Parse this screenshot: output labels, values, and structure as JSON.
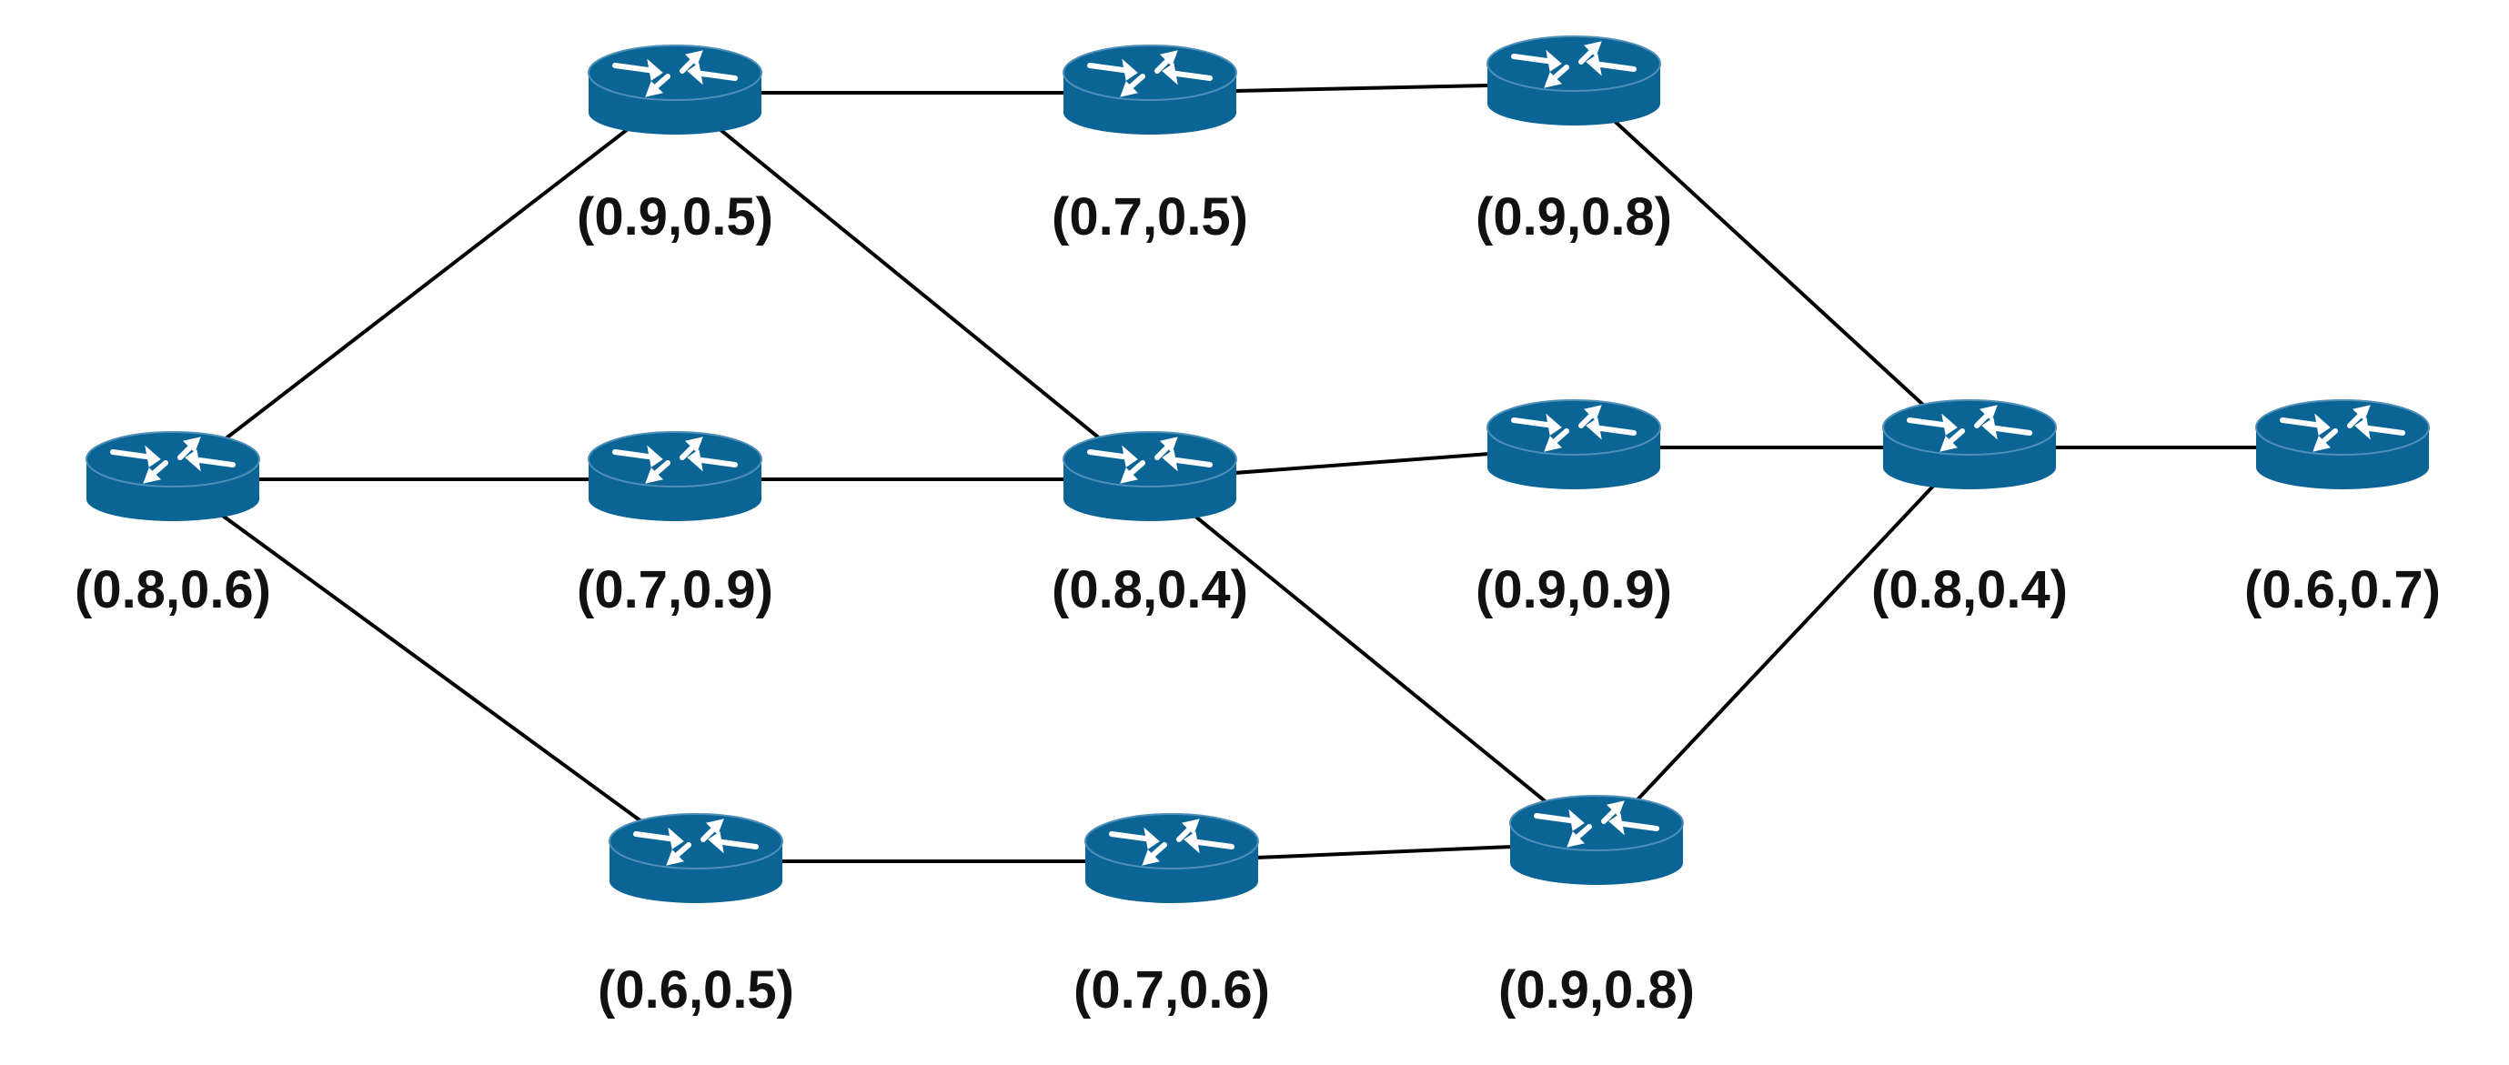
{
  "theme": {
    "router_color": "#0b6496",
    "router_edge_color": "#05507a",
    "arrow_color": "#ffffff",
    "line_color": "#000000"
  },
  "nodes": [
    {
      "id": "n1",
      "label": "(0.8,0.6)",
      "icon": "router-icon"
    },
    {
      "id": "n2",
      "label": "(0.9,0.5)",
      "icon": "router-icon"
    },
    {
      "id": "n3",
      "label": "(0.7,0.9)",
      "icon": "router-icon"
    },
    {
      "id": "n4",
      "label": "(0.6,0.5)",
      "icon": "router-icon"
    },
    {
      "id": "n5",
      "label": "(0.7,0.5)",
      "icon": "router-icon"
    },
    {
      "id": "n6",
      "label": "(0.8,0.4)",
      "icon": "router-icon"
    },
    {
      "id": "n7",
      "label": "(0.7,0.6)",
      "icon": "router-icon"
    },
    {
      "id": "n8",
      "label": "(0.9,0.8)",
      "icon": "router-icon"
    },
    {
      "id": "n9",
      "label": "(0.9,0.9)",
      "icon": "router-icon"
    },
    {
      "id": "n10",
      "label": "(0.9,0.8)",
      "icon": "router-icon"
    },
    {
      "id": "n11",
      "label": "(0.8,0.4)",
      "icon": "router-icon"
    },
    {
      "id": "n12",
      "label": "(0.6,0.7)",
      "icon": "router-icon"
    }
  ],
  "edges": [
    [
      "n1",
      "n2"
    ],
    [
      "n1",
      "n3"
    ],
    [
      "n1",
      "n4"
    ],
    [
      "n2",
      "n5"
    ],
    [
      "n2",
      "n6"
    ],
    [
      "n3",
      "n6"
    ],
    [
      "n4",
      "n7"
    ],
    [
      "n7",
      "n10"
    ],
    [
      "n5",
      "n8"
    ],
    [
      "n6",
      "n9"
    ],
    [
      "n6",
      "n10"
    ],
    [
      "n8",
      "n11"
    ],
    [
      "n9",
      "n11"
    ],
    [
      "n10",
      "n11"
    ],
    [
      "n11",
      "n12"
    ]
  ]
}
